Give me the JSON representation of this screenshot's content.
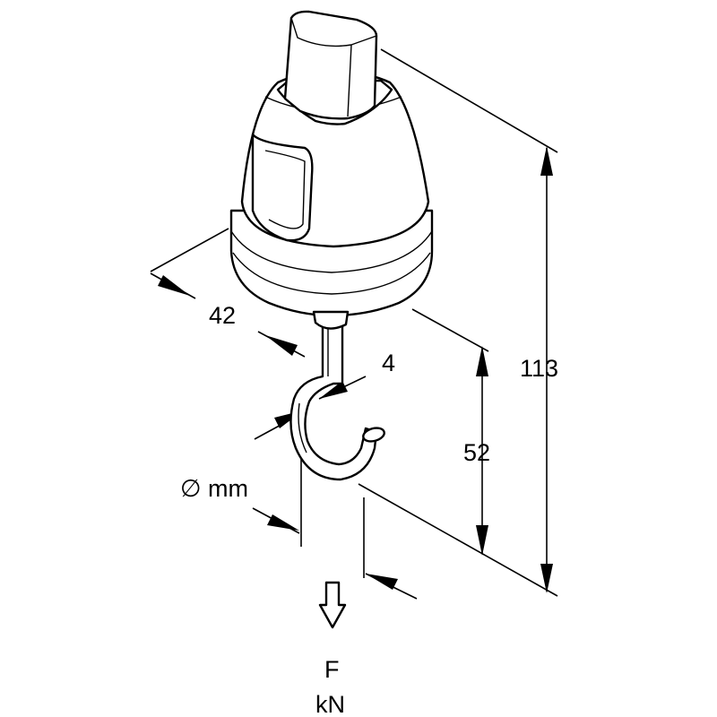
{
  "dimensions": {
    "width": "42",
    "wire": "4",
    "hook_height": "52",
    "total_height": "113",
    "diameter_unit": "∅ mm"
  },
  "load": {
    "force_symbol": "F",
    "force_unit": "kN"
  }
}
